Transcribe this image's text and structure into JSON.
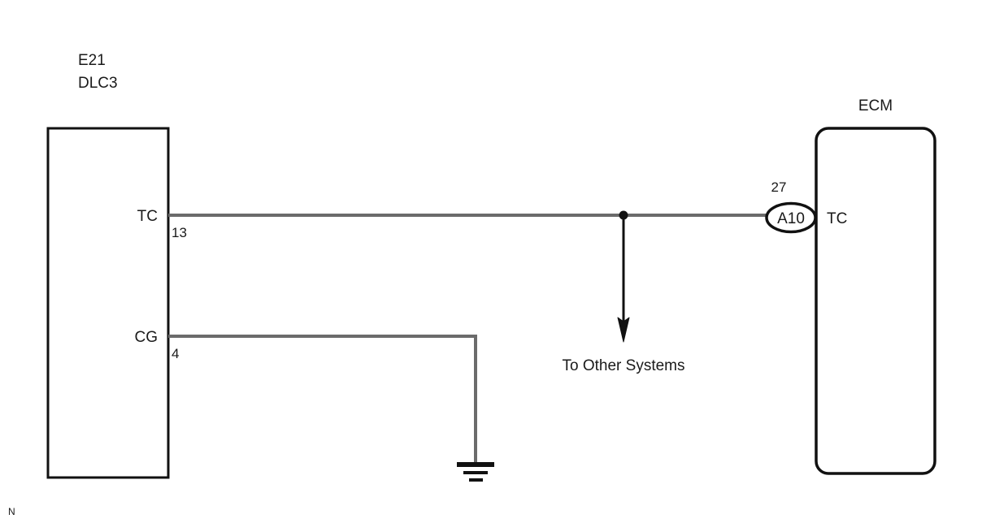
{
  "diagram": {
    "corner_mark": "N",
    "colors": {
      "wire": "#6b6b6b",
      "outline": "#111111",
      "text": "#1a1a1a",
      "background": "#ffffff"
    },
    "dlc3": {
      "component_code": "E21",
      "component_name": "DLC3",
      "terminals": [
        {
          "name": "TC",
          "pin": "13"
        },
        {
          "name": "CG",
          "pin": "4"
        }
      ]
    },
    "ecm": {
      "component_name": "ECM",
      "connector_id": "A10",
      "connector_pin": "27",
      "terminals": [
        {
          "name": "TC"
        }
      ]
    },
    "branch": {
      "note": "To Other Systems"
    },
    "ground": {
      "symbol": "chassis-ground"
    }
  }
}
